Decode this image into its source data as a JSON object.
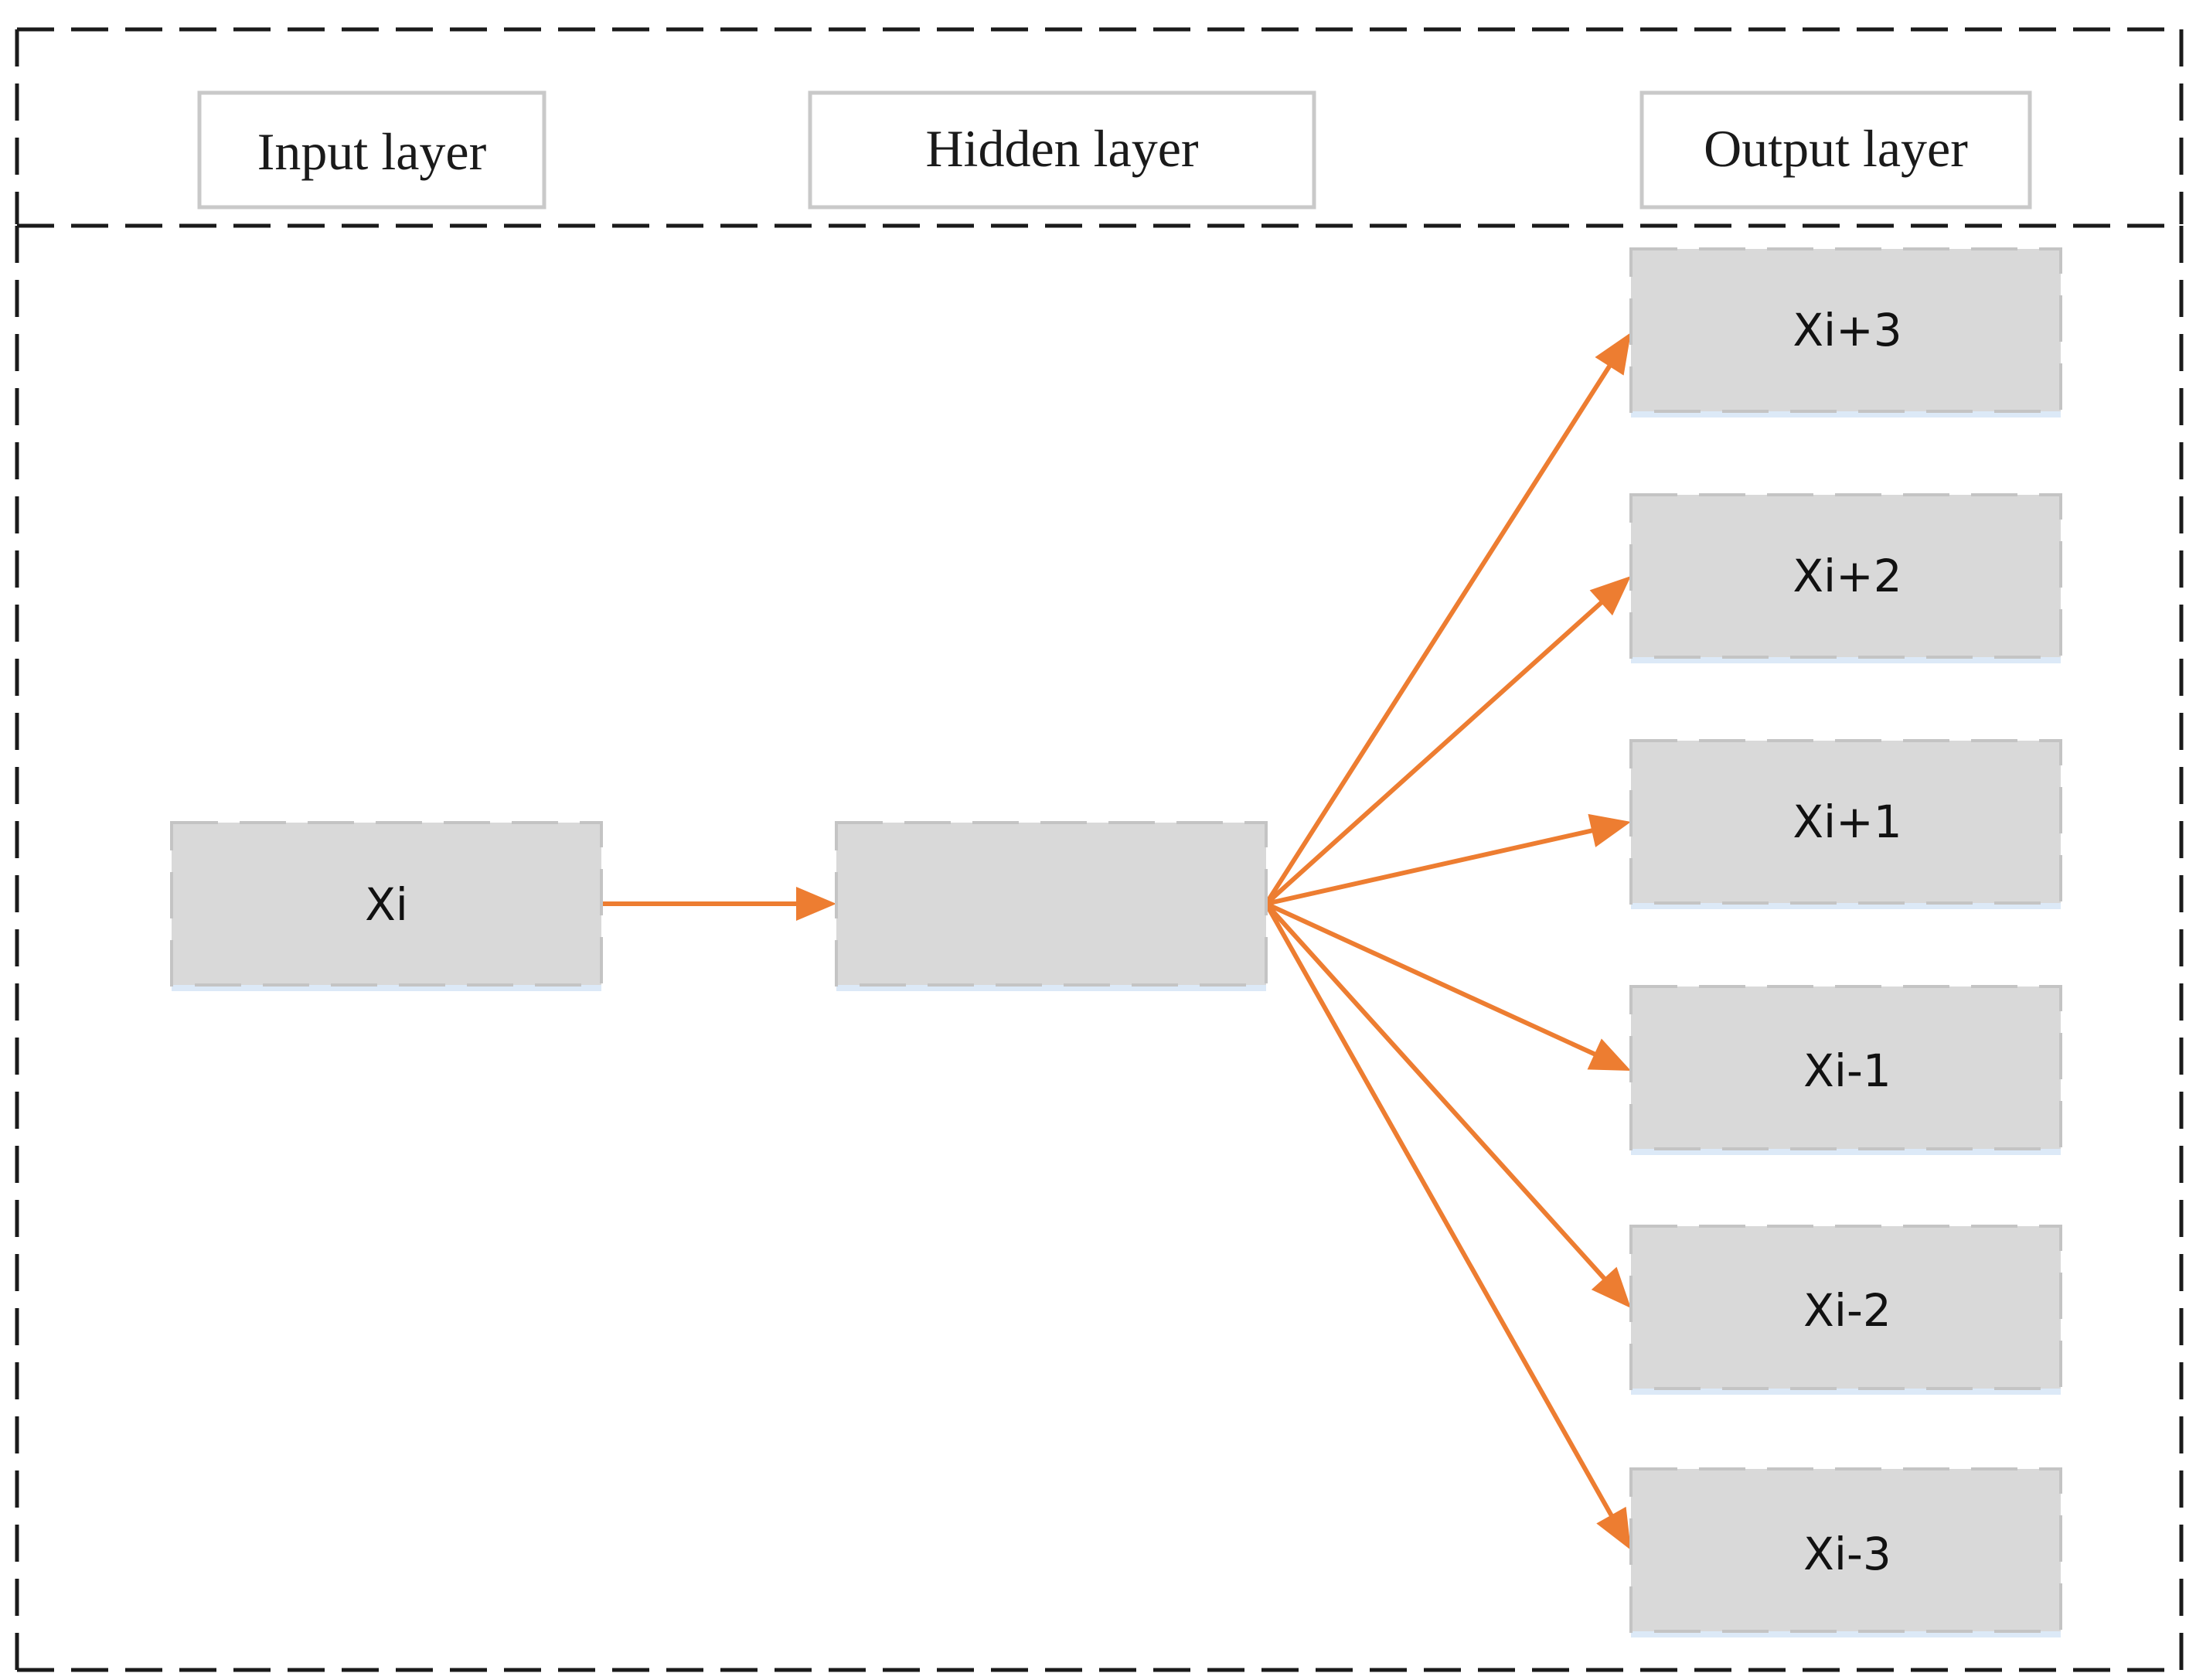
{
  "headers": {
    "input": "Input layer",
    "hidden": "Hidden layer",
    "output": "Output layer"
  },
  "nodes": {
    "input": "Xi",
    "hidden": "",
    "outputs": [
      "Xi+3",
      "Xi+2",
      "Xi+1",
      "Xi-1",
      "Xi-2",
      "Xi-3"
    ]
  },
  "colors": {
    "arrow": "#ed7d31",
    "node_fill": "#d9d9d9",
    "frame": "#1a1a1a"
  }
}
